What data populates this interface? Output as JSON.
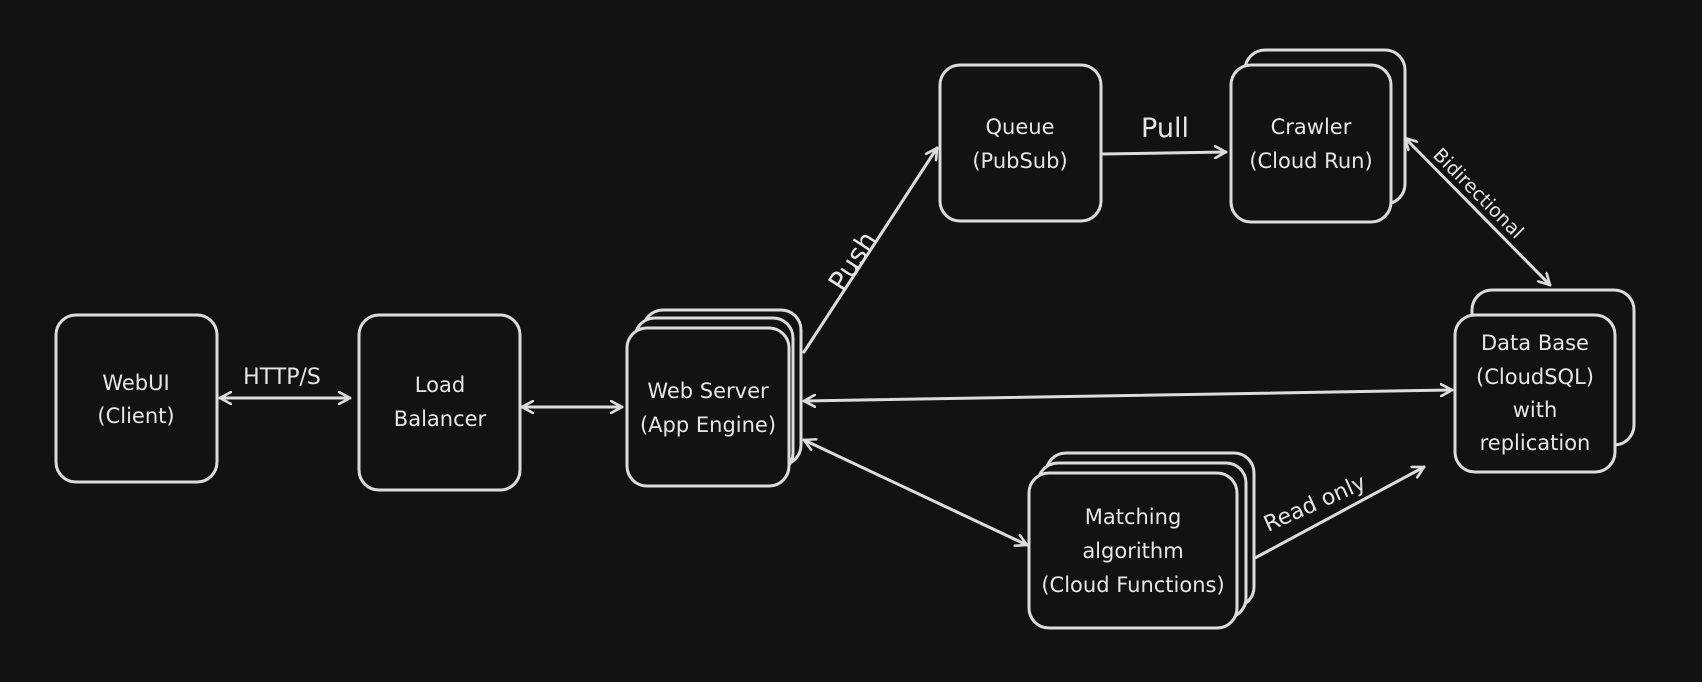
{
  "diagram": {
    "nodes": {
      "webui": [
        "WebUI",
        "(Client)"
      ],
      "load_balancer": [
        "Load",
        "Balancer"
      ],
      "web_server": [
        "Web Server",
        "(App Engine)"
      ],
      "queue": [
        "Queue",
        "(PubSub)"
      ],
      "crawler": [
        "Crawler",
        "(Cloud Run)"
      ],
      "database": [
        "Data Base",
        "(CloudSQL)",
        "with",
        "replication"
      ],
      "matching": [
        "Matching",
        "algorithm",
        "(Cloud Functions)"
      ]
    },
    "edges": {
      "http": "HTTP/S",
      "push": "Push",
      "pull": "Pull",
      "bidirectional": "Bidirectional",
      "read_only": "Read only"
    },
    "colors": {
      "background": "#121212",
      "stroke": "#dcdcdc",
      "text": "#e6e6e6"
    }
  }
}
